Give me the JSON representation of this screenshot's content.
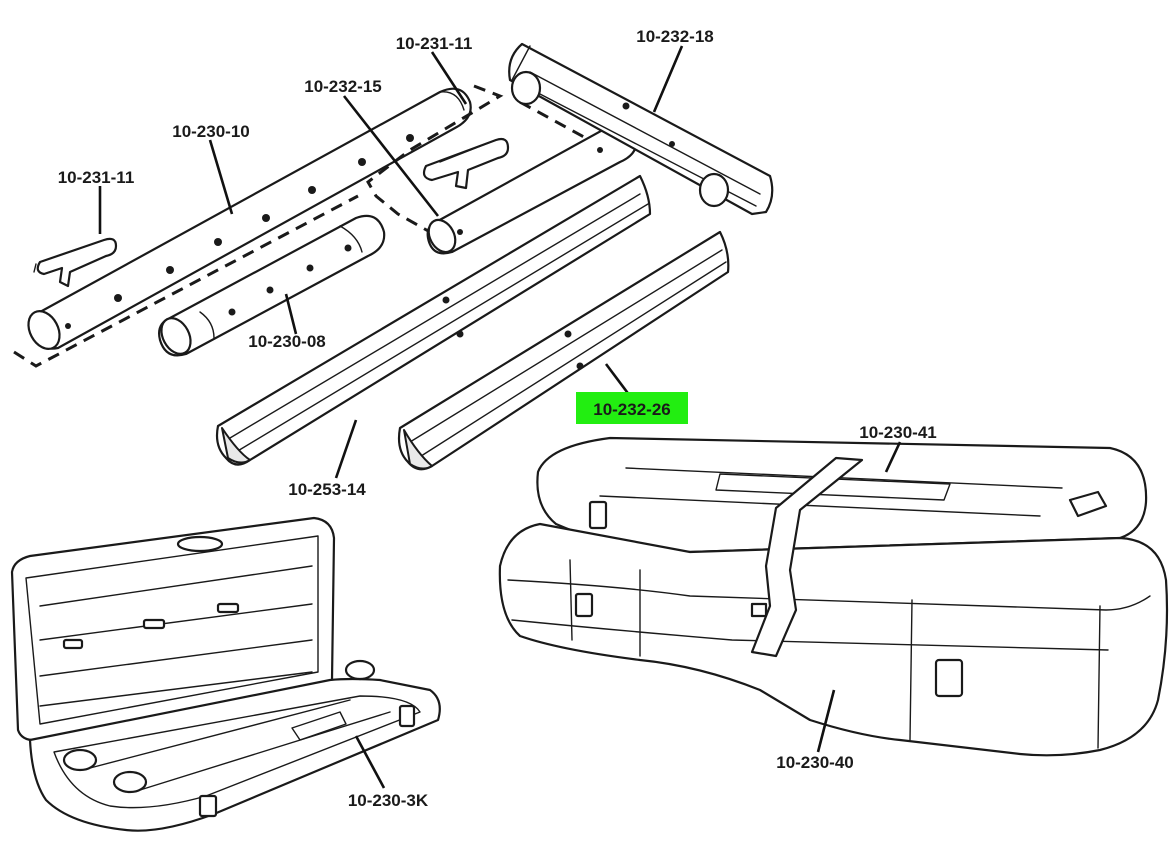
{
  "diagram": {
    "highlight_color": "#22ee11",
    "labels": {
      "l1": "10-231-11",
      "l2": "10-232-18",
      "l3": "10-232-15",
      "l4": "10-230-10",
      "l5": "10-231-11",
      "l6": "10-230-08",
      "l7": "10-232-26",
      "l8": "10-253-14",
      "l9": "10-230-41",
      "l10": "10-230-40",
      "l11": "10-230-3K"
    }
  }
}
